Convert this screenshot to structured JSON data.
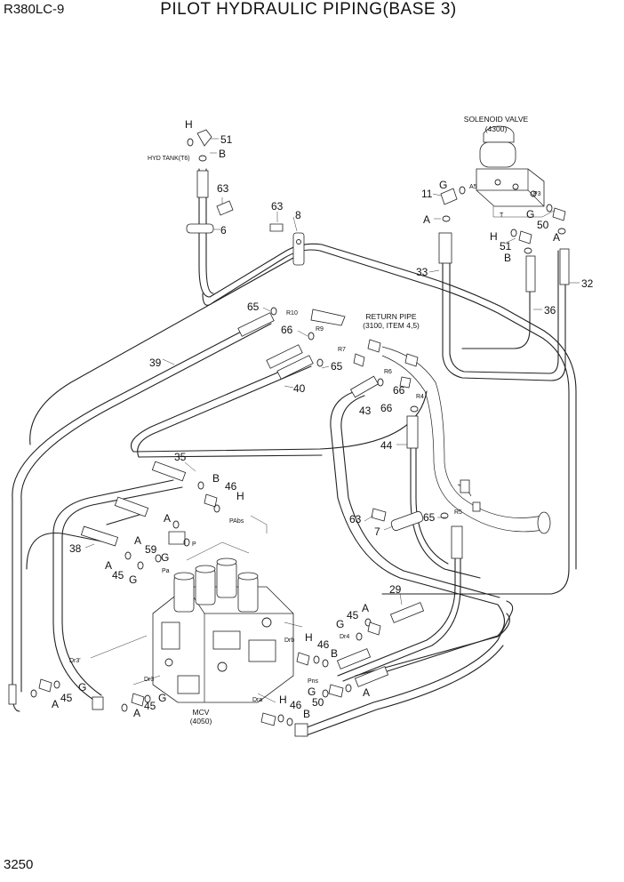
{
  "header": {
    "model": "R380LC-9",
    "title": "PILOT HYDRAULIC PIPING(BASE 3)"
  },
  "footer": {
    "page_number": "3250"
  },
  "components": {
    "solenoid_valve": {
      "name": "SOLENOID VALVE",
      "code": "(4300)"
    },
    "return_pipe": {
      "name": "RETURN PIPE",
      "ref": "(3100, ITEM 4,5)"
    },
    "mcv": {
      "name": "MCV",
      "code": "(4050)"
    },
    "hyd_tank": "HYD TANK(T6)"
  },
  "port_labels": {
    "a5": "A5",
    "p3": "P3",
    "t": "T",
    "r10": "R10",
    "r9": "R9",
    "r7": "R7",
    "r6": "R6",
    "r4": "R4",
    "r5": "R5",
    "pabs": "PAbs",
    "p": "P",
    "pa": "Pa",
    "dr3p": "Dr3'",
    "dr3": "Dr3",
    "drb": "Drb",
    "dr4": "Dr4",
    "pns": "Pns",
    "dra": "Dra"
  },
  "callouts": {
    "h_top": "H",
    "n51_top": "51",
    "b_top": "B",
    "n63_top": "63",
    "n6": "6",
    "n63_mid": "63",
    "n8": "8",
    "g_sv": "G",
    "n11": "11",
    "a_sv": "A",
    "g_p3": "G",
    "n50_sv": "50",
    "a_p3": "A",
    "h_sv": "H",
    "n51_sv": "51",
    "b_sv": "B",
    "n33": "33",
    "n32": "32",
    "n36": "36",
    "n65_top": "65",
    "n66_top": "66",
    "n39": "39",
    "n65_mid": "65",
    "n40": "40",
    "n66_r6": "66",
    "n43": "43",
    "n66_r4": "66",
    "n44": "44",
    "n35": "35",
    "b_35": "B",
    "n46_35": "46",
    "h_35": "H",
    "a_59": "A",
    "n38": "38",
    "a_38": "A",
    "n59": "59",
    "g_59": "G",
    "a_45": "A",
    "n45_l": "45",
    "g_45": "G",
    "n63_low": "63",
    "n7": "7",
    "n65_low": "65",
    "n29": "29",
    "a_29": "A",
    "n45_29": "45",
    "g_29": "G",
    "h_46": "H",
    "n46_r": "46",
    "b_46": "B",
    "g_50": "G",
    "n50_r": "50",
    "a_50": "A",
    "h_46b": "H",
    "n46_b": "46",
    "b_46b": "B",
    "g_ll": "G",
    "n45_ll": "45",
    "a_ll": "A",
    "g_lm": "G",
    "n45_lm": "45",
    "a_lm": "A"
  }
}
